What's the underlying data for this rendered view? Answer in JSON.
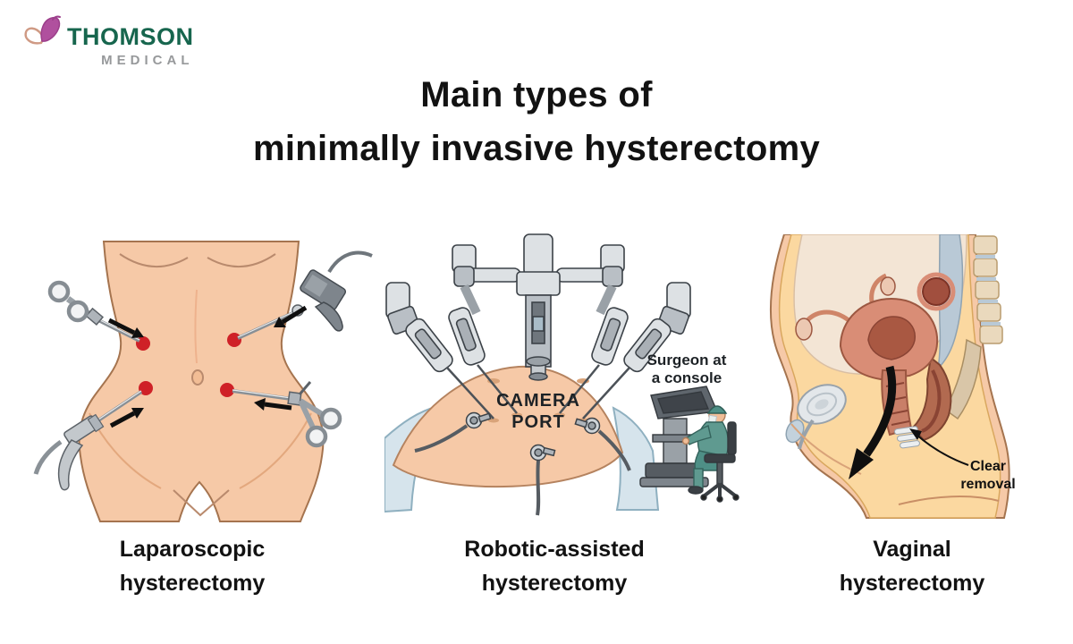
{
  "logo": {
    "brand": "THOMSON",
    "division": "MEDICAL",
    "brand_color": "#17664e",
    "division_color": "#97999b"
  },
  "title": {
    "line1": "Main types of",
    "line2": "minimally invasive hysterectomy"
  },
  "panels": [
    {
      "id": "laparoscopic",
      "caption_line1": "Laparoscopic",
      "caption_line2": "hysterectomy"
    },
    {
      "id": "robotic",
      "caption_line1": "Robotic-assisted",
      "caption_line2": "hysterectomy",
      "labels": {
        "camera_port_line1": "CAMERA",
        "camera_port_line2": "PORT",
        "surgeon_line1": "Surgeon at",
        "surgeon_line2": "a console"
      }
    },
    {
      "id": "vaginal",
      "caption_line1": "Vaginal",
      "caption_line2": "hysterectomy",
      "labels": {
        "clear_removal_line1": "Clear",
        "clear_removal_line2": "removal"
      }
    }
  ],
  "colors": {
    "skin": "#f6c9a7",
    "skin_outline": "#a5744f",
    "port_marker": "#cf2127",
    "instrument_gray": "#c3c8cc",
    "robot_gray": "#dde1e4",
    "drape_blue": "#d6e4ec",
    "scrubs_teal": "#5f9a90",
    "arrow_black": "#0f0f0f",
    "uterus_pink": "#d98d76",
    "fat_yellow": "#fbd8a0"
  }
}
